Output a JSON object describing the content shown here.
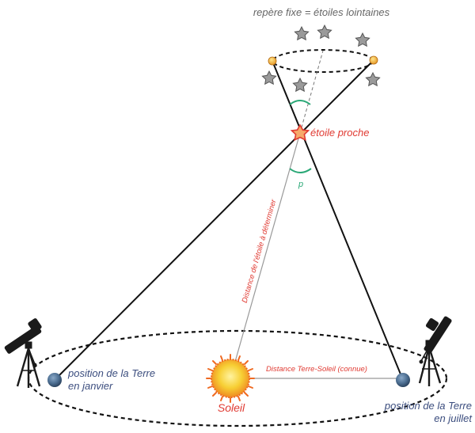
{
  "labels": {
    "reference": "repère fixe = étoiles lointaines",
    "near_star": "étoile proche",
    "parallax": "p",
    "star_distance": "Distance de l'étoile à déterminer",
    "earth_sun_distance": "Distance Terre-Soleil  (connue)",
    "sun": "Soleil",
    "earth_january_line1": "position de la Terre",
    "earth_january_line2": "en janvier",
    "earth_july_line1": "position de la Terre",
    "earth_july_line2": "en juillet"
  },
  "colors": {
    "red_text": "#e03a32",
    "blue_text": "#3b4d7e",
    "grey_text": "#666666",
    "green_arc": "#2aa876",
    "star_fill": "#9a9a9a",
    "earth": "#4d6f92",
    "sun_core": "#f7d43a",
    "sun_corona": "#f08a2e"
  }
}
